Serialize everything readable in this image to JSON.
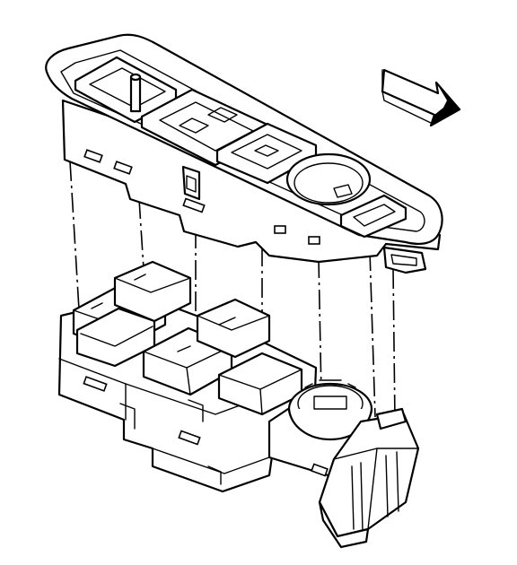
{
  "figure": {
    "caption": "",
    "parts": [
      "switch-bezel",
      "window-switch-assembly",
      "direction-arrow",
      "alignment-guide-lines"
    ],
    "colors": {
      "ink": "#000000",
      "paper": "#ffffff"
    }
  }
}
